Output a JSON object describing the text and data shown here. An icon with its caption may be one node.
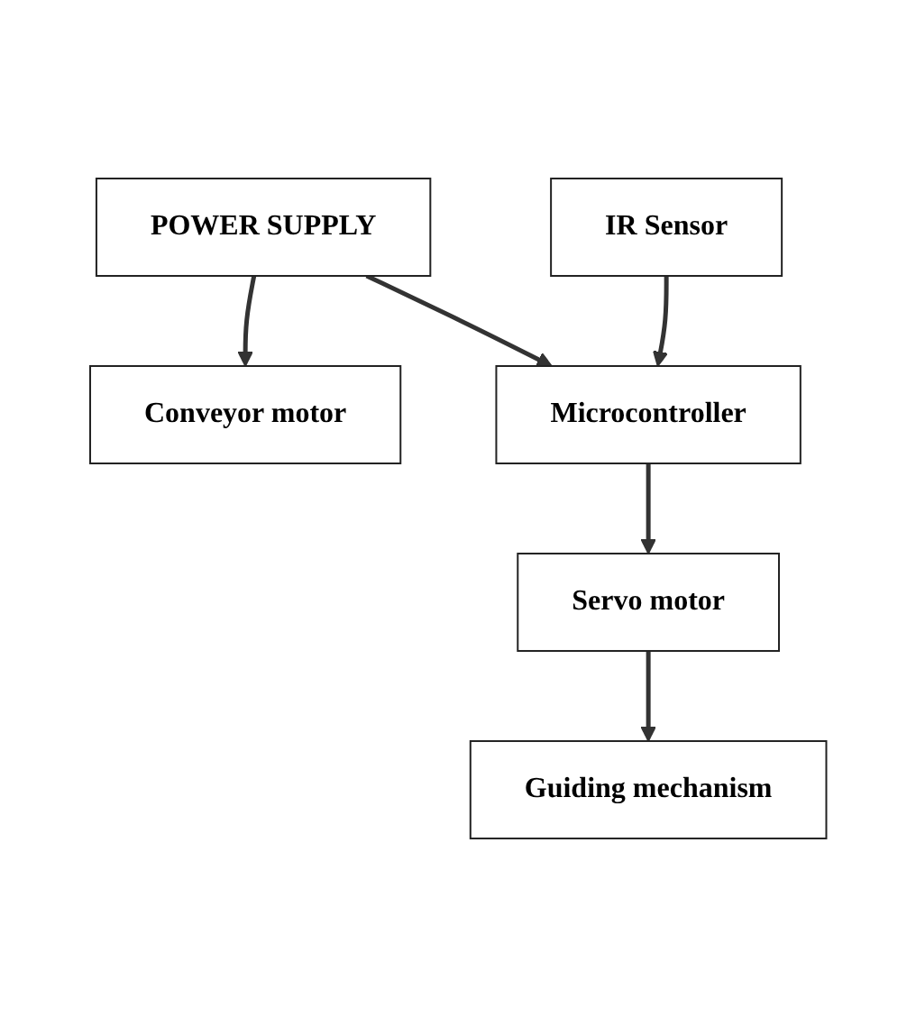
{
  "diagram": {
    "nodes": [
      {
        "text": [
          "Conveyor motor"
        ]
      },
      {
        "text": [
          "POWER SUPPLY"
        ]
      },
      {
        "text": [
          "IR Sensor"
        ]
      },
      {
        "text": [
          "Microcontroller"
        ]
      },
      {
        "text": [
          "Servo motor"
        ]
      },
      {
        "text": [
          "Guiding mechanism"
        ]
      }
    ],
    "edges": [
      {
        "from": 1,
        "to": 0,
        "arrow": "to"
      },
      {
        "from": 1,
        "to": 3,
        "arrow": "to"
      },
      {
        "from": 2,
        "to": 3,
        "arrow": "to"
      },
      {
        "from": 3,
        "to": 4,
        "arrow": "to"
      },
      {
        "from": 4,
        "to": 5,
        "arrow": "to"
      }
    ]
  }
}
